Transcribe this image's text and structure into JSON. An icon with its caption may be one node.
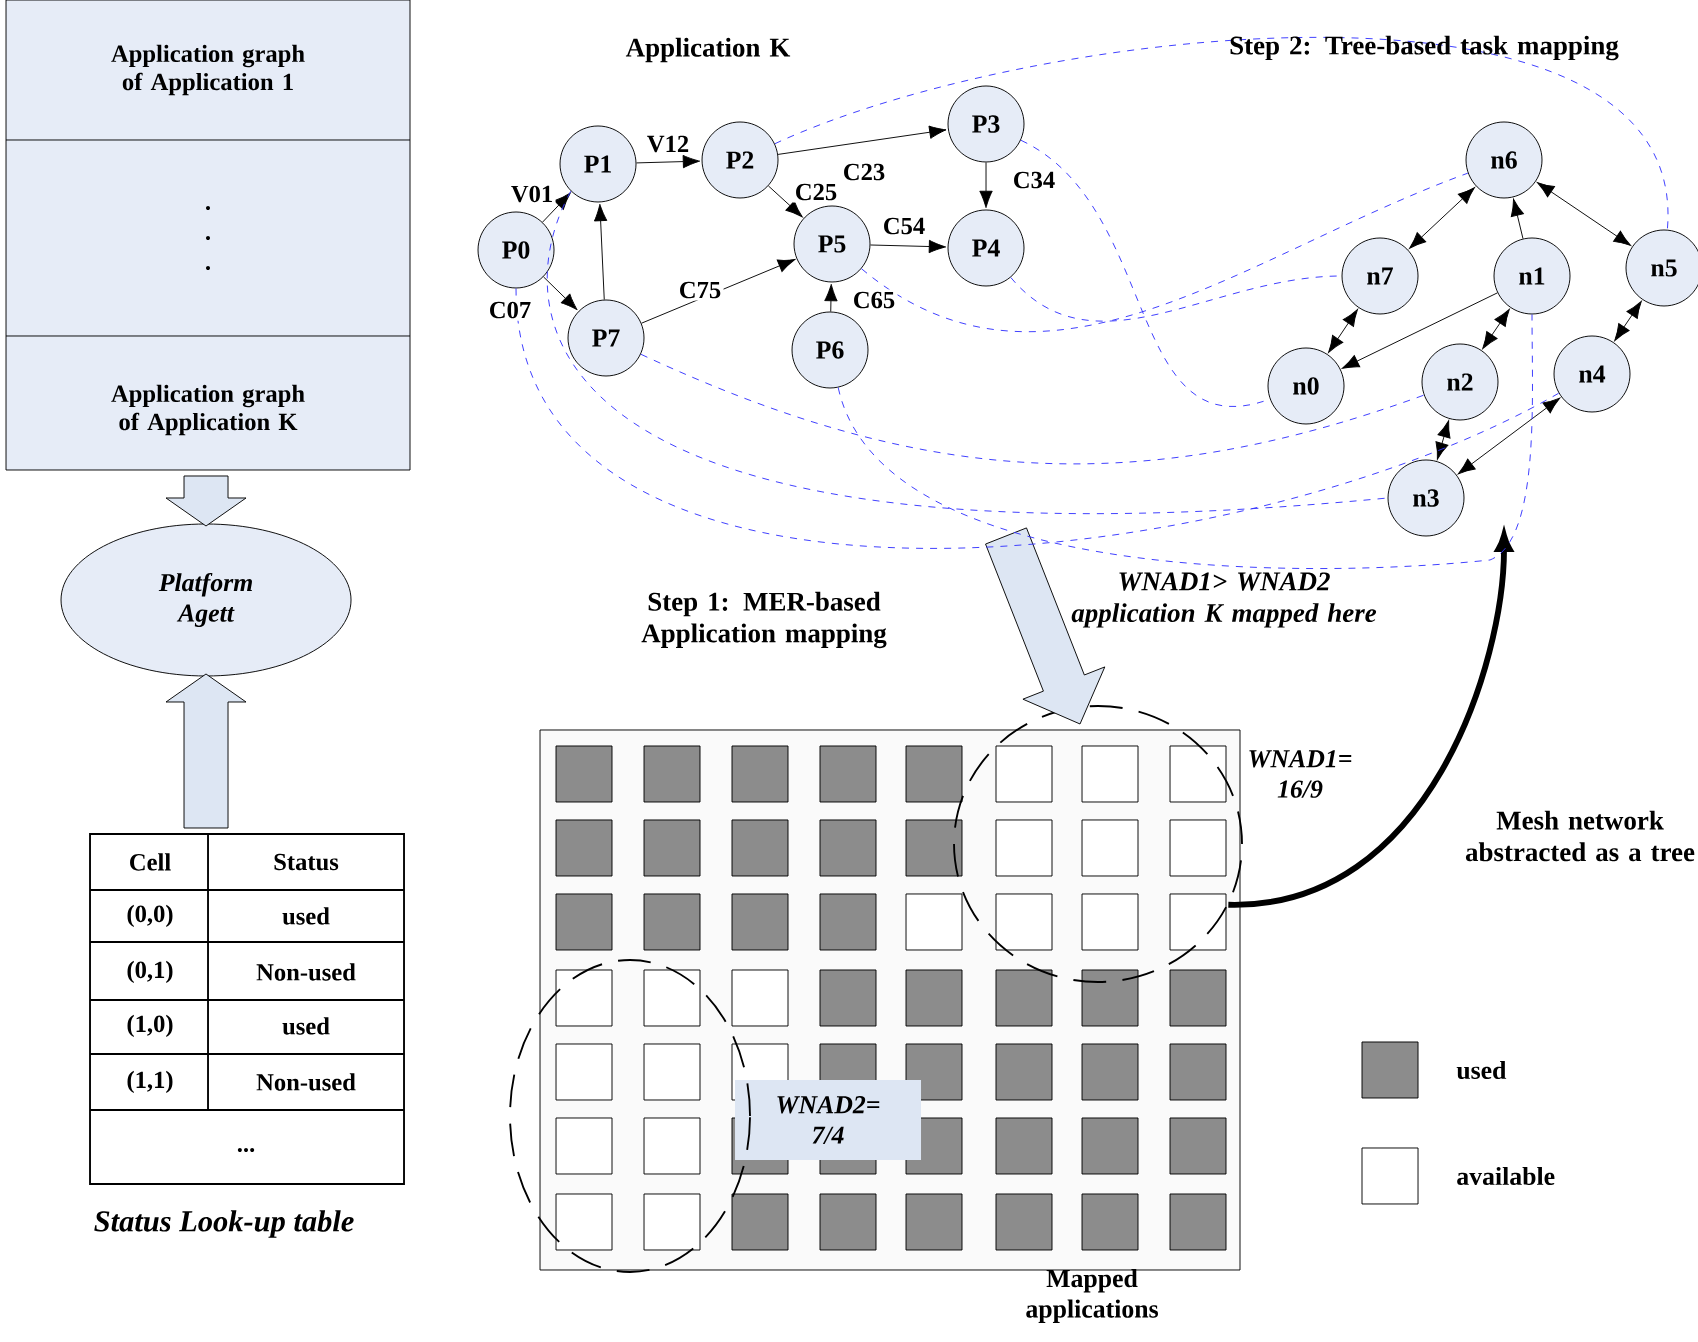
{
  "diagram": {
    "nodes": [
      {
        "text": [
          "Application graph of Application 1",
          ".",
          ".",
          ".",
          "Application graph of Application K"
        ]
      },
      {
        "text": [
          "Platform Agett"
        ]
      },
      {
        "text": [
          "Cell",
          "Status",
          "(0,0)",
          "used",
          "(0,1)",
          "Non-used",
          "(1,0)",
          "used",
          "(1,1)",
          "Non-used",
          "..."
        ],
        "beside": [
          "Status Look-up table"
        ]
      },
      {
        "text": [
          "P0"
        ]
      },
      {
        "text": [
          "P1"
        ]
      },
      {
        "text": [
          "P2"
        ]
      },
      {
        "text": [
          "P3"
        ]
      },
      {
        "text": [
          "P4"
        ]
      },
      {
        "text": [
          "P5"
        ]
      },
      {
        "text": [
          "P6"
        ]
      },
      {
        "text": [
          "P7"
        ]
      },
      {
        "text": [
          "n0"
        ]
      },
      {
        "text": [
          "n1"
        ]
      },
      {
        "text": [
          "n2"
        ]
      },
      {
        "text": [
          "n3"
        ]
      },
      {
        "text": [
          "n4"
        ]
      },
      {
        "text": [
          "n5"
        ]
      },
      {
        "text": [
          "n6"
        ]
      },
      {
        "text": [
          "n7"
        ]
      },
      {
        "text": [],
        "shape": "box",
        "beside": [
          "Mapped applications"
        ]
      },
      {
        "text": [
          "WNAD2= 7/4"
        ],
        "in": 19
      },
      {
        "text": [],
        "shape": "ellipse",
        "beside": [
          "WNAD1= 16/9"
        ]
      },
      {
        "text": [],
        "shape": "ellipse"
      }
    ],
    "edges": [
      {
        "from": 0,
        "to": 1,
        "arrow": "to"
      },
      {
        "from": 2,
        "to": 1,
        "arrow": "to"
      },
      {
        "from": null,
        "to": 19,
        "arrow": "to"
      },
      {
        "from": 3,
        "to": 4,
        "arrow": "to",
        "label": "V01"
      },
      {
        "from": 4,
        "to": 5,
        "arrow": "to",
        "label": "V12"
      },
      {
        "from": 5,
        "to": 6,
        "arrow": "to",
        "label": "C23"
      },
      {
        "from": 5,
        "to": 8,
        "arrow": "to",
        "label": "C25"
      },
      {
        "from": 6,
        "to": 7,
        "arrow": "to",
        "label": "C34"
      },
      {
        "from": 8,
        "to": 7,
        "arrow": "to",
        "label": "C54"
      },
      {
        "from": 3,
        "to": 10,
        "arrow": "to",
        "label": "C07"
      },
      {
        "from": 10,
        "to": 4,
        "arrow": "to"
      },
      {
        "from": 10,
        "to": 8,
        "arrow": "to",
        "label": "C75"
      },
      {
        "from": 9,
        "to": 8,
        "arrow": "to",
        "label": "C65"
      },
      {
        "from": 18,
        "to": 17,
        "arrow": "both"
      },
      {
        "from": 12,
        "to": 17,
        "arrow": "to"
      },
      {
        "from": 16,
        "to": 17,
        "arrow": "both"
      },
      {
        "from": 11,
        "to": 18,
        "arrow": "both"
      },
      {
        "from": 12,
        "to": 11,
        "arrow": "to"
      },
      {
        "from": 13,
        "to": 12,
        "arrow": "both"
      },
      {
        "from": 14,
        "to": 13,
        "arrow": "both"
      },
      {
        "from": 15,
        "to": 16,
        "arrow": "both"
      },
      {
        "from": 14,
        "to": 15,
        "arrow": "both"
      },
      {
        "from": 21,
        "to": null,
        "arrow": "to",
        "style": "thick"
      },
      {
        "from": 5,
        "to": 16,
        "arrow": "none",
        "style": "dashed",
        "color": "#3333ff"
      },
      {
        "from": 8,
        "to": 17,
        "arrow": "none",
        "style": "dashed",
        "color": "#3333ff"
      },
      {
        "from": 7,
        "to": 18,
        "arrow": "none",
        "style": "dashed",
        "color": "#3333ff"
      },
      {
        "from": 6,
        "to": 11,
        "arrow": "none",
        "style": "dashed",
        "color": "#3333ff"
      },
      {
        "from": 10,
        "to": 13,
        "arrow": "none",
        "style": "dashed",
        "color": "#3333ff"
      },
      {
        "from": 9,
        "to": 12,
        "arrow": "none",
        "style": "dashed",
        "color": "#3333ff"
      },
      {
        "from": 4,
        "to": 14,
        "arrow": "none",
        "style": "dashed",
        "color": "#3333ff"
      },
      {
        "from": 3,
        "to": 15,
        "arrow": "none",
        "style": "dashed",
        "color": "#3333ff"
      }
    ],
    "labels": [
      "Application K",
      "Step 2: Tree-based task mapping",
      "Step 1: MER-based Application mapping",
      "WNAD1> WNAD2 application K mapped here",
      "Mesh network abstracted as a tree"
    ],
    "legend": [
      {
        "text": "used",
        "color": "#8c8c8c"
      },
      {
        "text": "available"
      }
    ]
  }
}
